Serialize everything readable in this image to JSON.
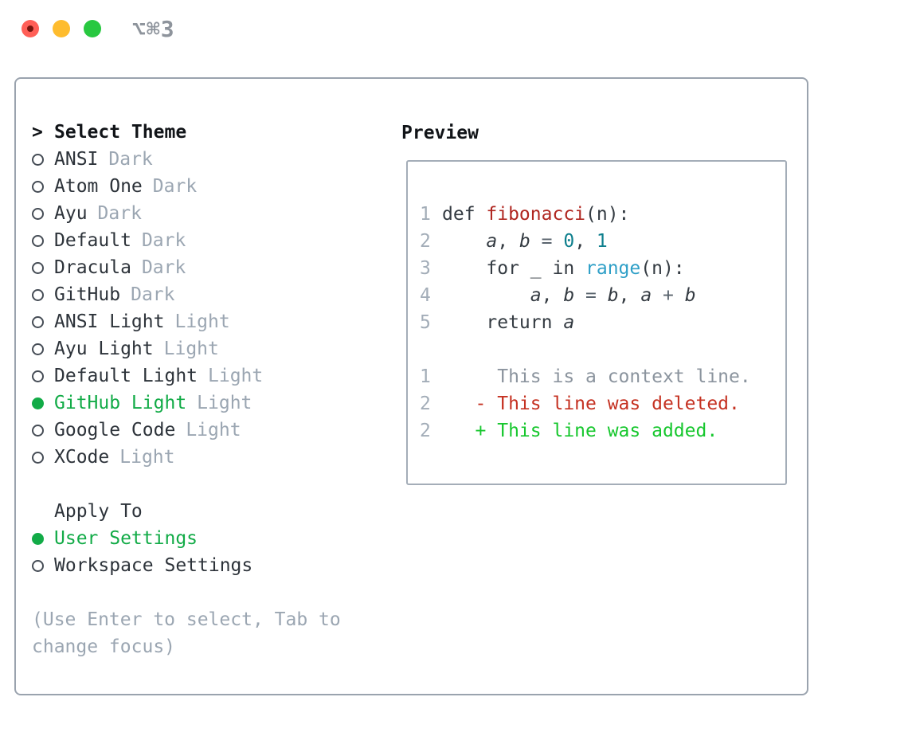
{
  "colors": {
    "green": "#12ab47",
    "added-green": "#17c72e",
    "deleted-red": "#c53222",
    "func-red": "#b02721",
    "number-teal": "#0e7f8d",
    "call-blue": "#2e9fc7",
    "text-dark": "#2d333a",
    "muted": "#9ba6b2",
    "line-number": "#a3adb8",
    "context-gray": "#8b949e",
    "border": "#9aa3ae",
    "title-gray": "#8e949c",
    "light-red": "#ff5f57",
    "light-yellow": "#febc2e",
    "light-green": "#28c840"
  },
  "titlebar": {
    "title": "⌥⌘3"
  },
  "theme_panel": {
    "header_prefix": ">",
    "header": "Select Theme",
    "themes": [
      {
        "name": "ANSI",
        "variant": "Dark",
        "selected": false
      },
      {
        "name": "Atom One",
        "variant": "Dark",
        "selected": false
      },
      {
        "name": "Ayu",
        "variant": "Dark",
        "selected": false
      },
      {
        "name": "Default",
        "variant": "Dark",
        "selected": false
      },
      {
        "name": "Dracula",
        "variant": "Dark",
        "selected": false
      },
      {
        "name": "GitHub",
        "variant": "Dark",
        "selected": false
      },
      {
        "name": "ANSI Light",
        "variant": "Light",
        "selected": false
      },
      {
        "name": "Ayu Light",
        "variant": "Light",
        "selected": false
      },
      {
        "name": "Default Light",
        "variant": "Light",
        "selected": false
      },
      {
        "name": "GitHub Light",
        "variant": "Light",
        "selected": true
      },
      {
        "name": "Google Code",
        "variant": "Light",
        "selected": false
      },
      {
        "name": "XCode",
        "variant": "Light",
        "selected": false
      }
    ],
    "apply_to": {
      "label": "Apply To",
      "options": [
        {
          "name": "User Settings",
          "selected": true
        },
        {
          "name": "Workspace Settings",
          "selected": false
        }
      ]
    },
    "hint_lines": [
      "(Use Enter to select, Tab to",
      "change focus)"
    ]
  },
  "preview": {
    "title": "Preview",
    "lines": [
      {
        "num": "1",
        "tokens": [
          {
            "t": "def ",
            "c": "plain"
          },
          {
            "t": "fibonacci",
            "c": "fn"
          },
          {
            "t": "(n):",
            "c": "plain"
          }
        ]
      },
      {
        "num": "2",
        "tokens": [
          {
            "t": "    ",
            "c": "plain"
          },
          {
            "t": "a",
            "c": "var"
          },
          {
            "t": ", ",
            "c": "plain"
          },
          {
            "t": "b",
            "c": "var"
          },
          {
            "t": " = ",
            "c": "op"
          },
          {
            "t": "0",
            "c": "num"
          },
          {
            "t": ", ",
            "c": "plain"
          },
          {
            "t": "1",
            "c": "num"
          }
        ]
      },
      {
        "num": "3",
        "tokens": [
          {
            "t": "    for _ in ",
            "c": "plain"
          },
          {
            "t": "range",
            "c": "call"
          },
          {
            "t": "(n):",
            "c": "plain"
          }
        ]
      },
      {
        "num": "4",
        "tokens": [
          {
            "t": "        ",
            "c": "plain"
          },
          {
            "t": "a",
            "c": "var"
          },
          {
            "t": ", ",
            "c": "plain"
          },
          {
            "t": "b",
            "c": "var"
          },
          {
            "t": " = ",
            "c": "op"
          },
          {
            "t": "b",
            "c": "var"
          },
          {
            "t": ", ",
            "c": "plain"
          },
          {
            "t": "a",
            "c": "var"
          },
          {
            "t": " + ",
            "c": "op"
          },
          {
            "t": "b",
            "c": "var"
          }
        ]
      },
      {
        "num": "5",
        "tokens": [
          {
            "t": "    return ",
            "c": "plain"
          },
          {
            "t": "a",
            "c": "var"
          }
        ]
      },
      {
        "num": "",
        "tokens": []
      },
      {
        "num": "1",
        "tokens": [
          {
            "t": "     This is a context line.",
            "c": "ctx"
          }
        ]
      },
      {
        "num": "2",
        "tokens": [
          {
            "t": "   - This line was deleted.",
            "c": "del"
          }
        ]
      },
      {
        "num": "2",
        "tokens": [
          {
            "t": "   + This line was added.",
            "c": "add"
          }
        ]
      }
    ]
  }
}
